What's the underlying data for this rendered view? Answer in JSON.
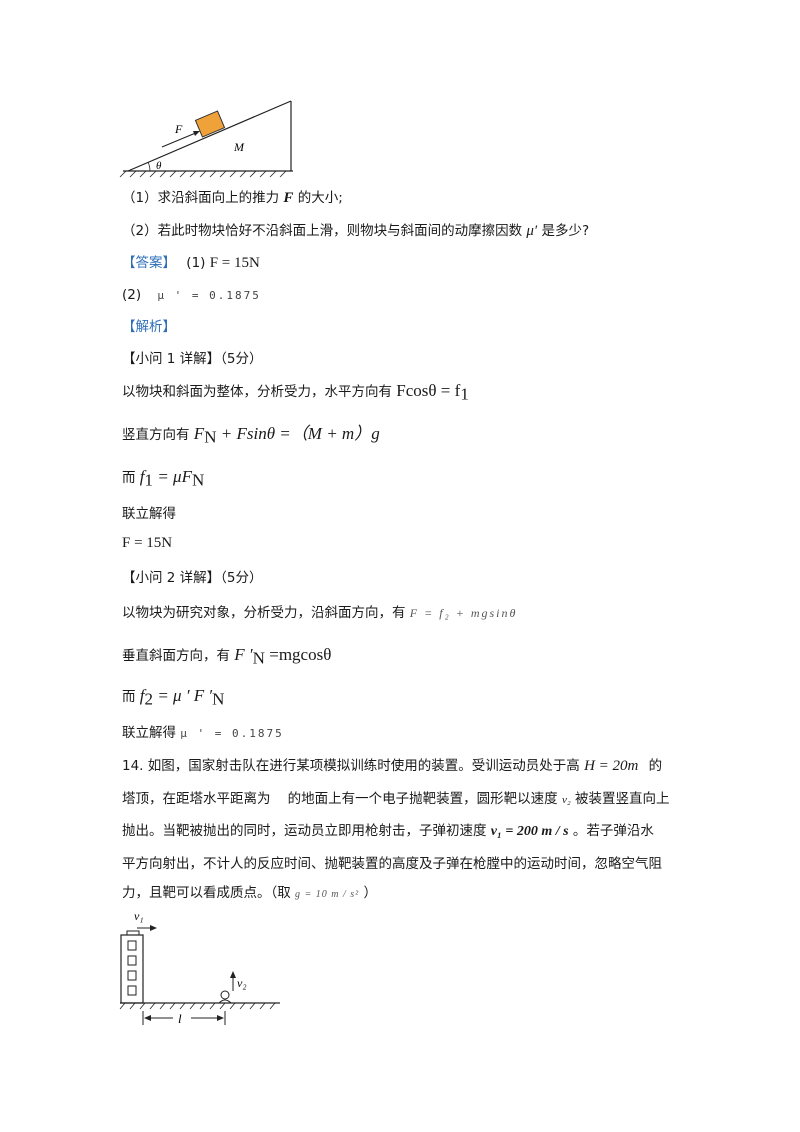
{
  "figure1": {
    "label_F": "F",
    "label_M": "M",
    "label_theta": "θ"
  },
  "q1": "（1）求沿斜面向上的推力",
  "q1_var": "F",
  "q1_end": "的大小;",
  "q2": "（2）若此时物块恰好不沿斜面上滑，则物块与斜面间的动摩擦因数",
  "q2_var": "μ′",
  "q2_end": "是多少?",
  "answer_tag": "【答案】",
  "answer1_prefix": "(1)",
  "answer1": "F = 15N",
  "answer2_prefix": "(2)",
  "answer2": "μ ' = 0.1875",
  "analysis_tag": "【解析】",
  "sub1_title": "【小问 1 详解】（5分）",
  "s1_line1_text": "以物块和斜面为整体，分析受力，水平方向有",
  "s1_line1_math": "Fcosθ = f",
  "s1_line1_sub": "1",
  "s1_line2_text": "竖直方向有",
  "s1_line2_math": "F",
  "s1_line2_sub": "N",
  "s1_line2_rest": "+ Fsinθ =（M + m）g",
  "s1_line3_text": "而",
  "s1_line3_math": "f",
  "s1_line3_sub1": "1",
  "s1_line3_mid": "= μF",
  "s1_line3_sub2": "N",
  "s1_line4": "联立解得",
  "s1_line5": "F = 15N",
  "sub2_title": "【小问 2 详解】（5分）",
  "s2_line1_text": "以物块为研究对象，分析受力，沿斜面方向，有",
  "s2_line1_math": "F = f₂ + mgsinθ",
  "s2_line2_text": "垂直斜面方向，有",
  "s2_line2_math": "F ′",
  "s2_line2_sub": "N",
  "s2_line2_rest": "=mgcosθ",
  "s2_line3_text": "而",
  "s2_line3_math": "f",
  "s2_line3_sub": "2",
  "s2_line3_rest": "= μ ′ F ′",
  "s2_line3_sub2": "N",
  "s2_line4_text": "联立解得",
  "s2_line4_math": "μ ' = 0.1875",
  "p14_line1_a": "14. 如图，国家射击队在进行某项模拟训练时使用的装置。受训运动员处于高",
  "p14_line1_math": "H = 20m",
  "p14_line1_b": "的",
  "p14_line2_a": "塔顶，在距塔水平距离为    的地面上有一个电子抛靶装置，圆形靶以速度",
  "p14_line2_math": "v₂",
  "p14_line2_b": "被装置竖直向上",
  "p14_line3_a": "抛出。当靶被抛出的同时，运动员立即用枪射击，子弹初速度",
  "p14_line3_math": "v₁ = 200 m / s",
  "p14_line3_b": "。若子弹沿水",
  "p14_line4": "平方向射出，不计人的反应时间、抛靶装置的高度及子弹在枪膛中的运动时间，忽略空气阻",
  "p14_line5_a": "力，且靶可以看成质点。（取",
  "p14_line5_math": "g = 10 m / s²",
  "p14_line5_b": "）",
  "figure2": {
    "label_v1": "v₁",
    "label_v2": "v₂",
    "label_l": "l"
  }
}
